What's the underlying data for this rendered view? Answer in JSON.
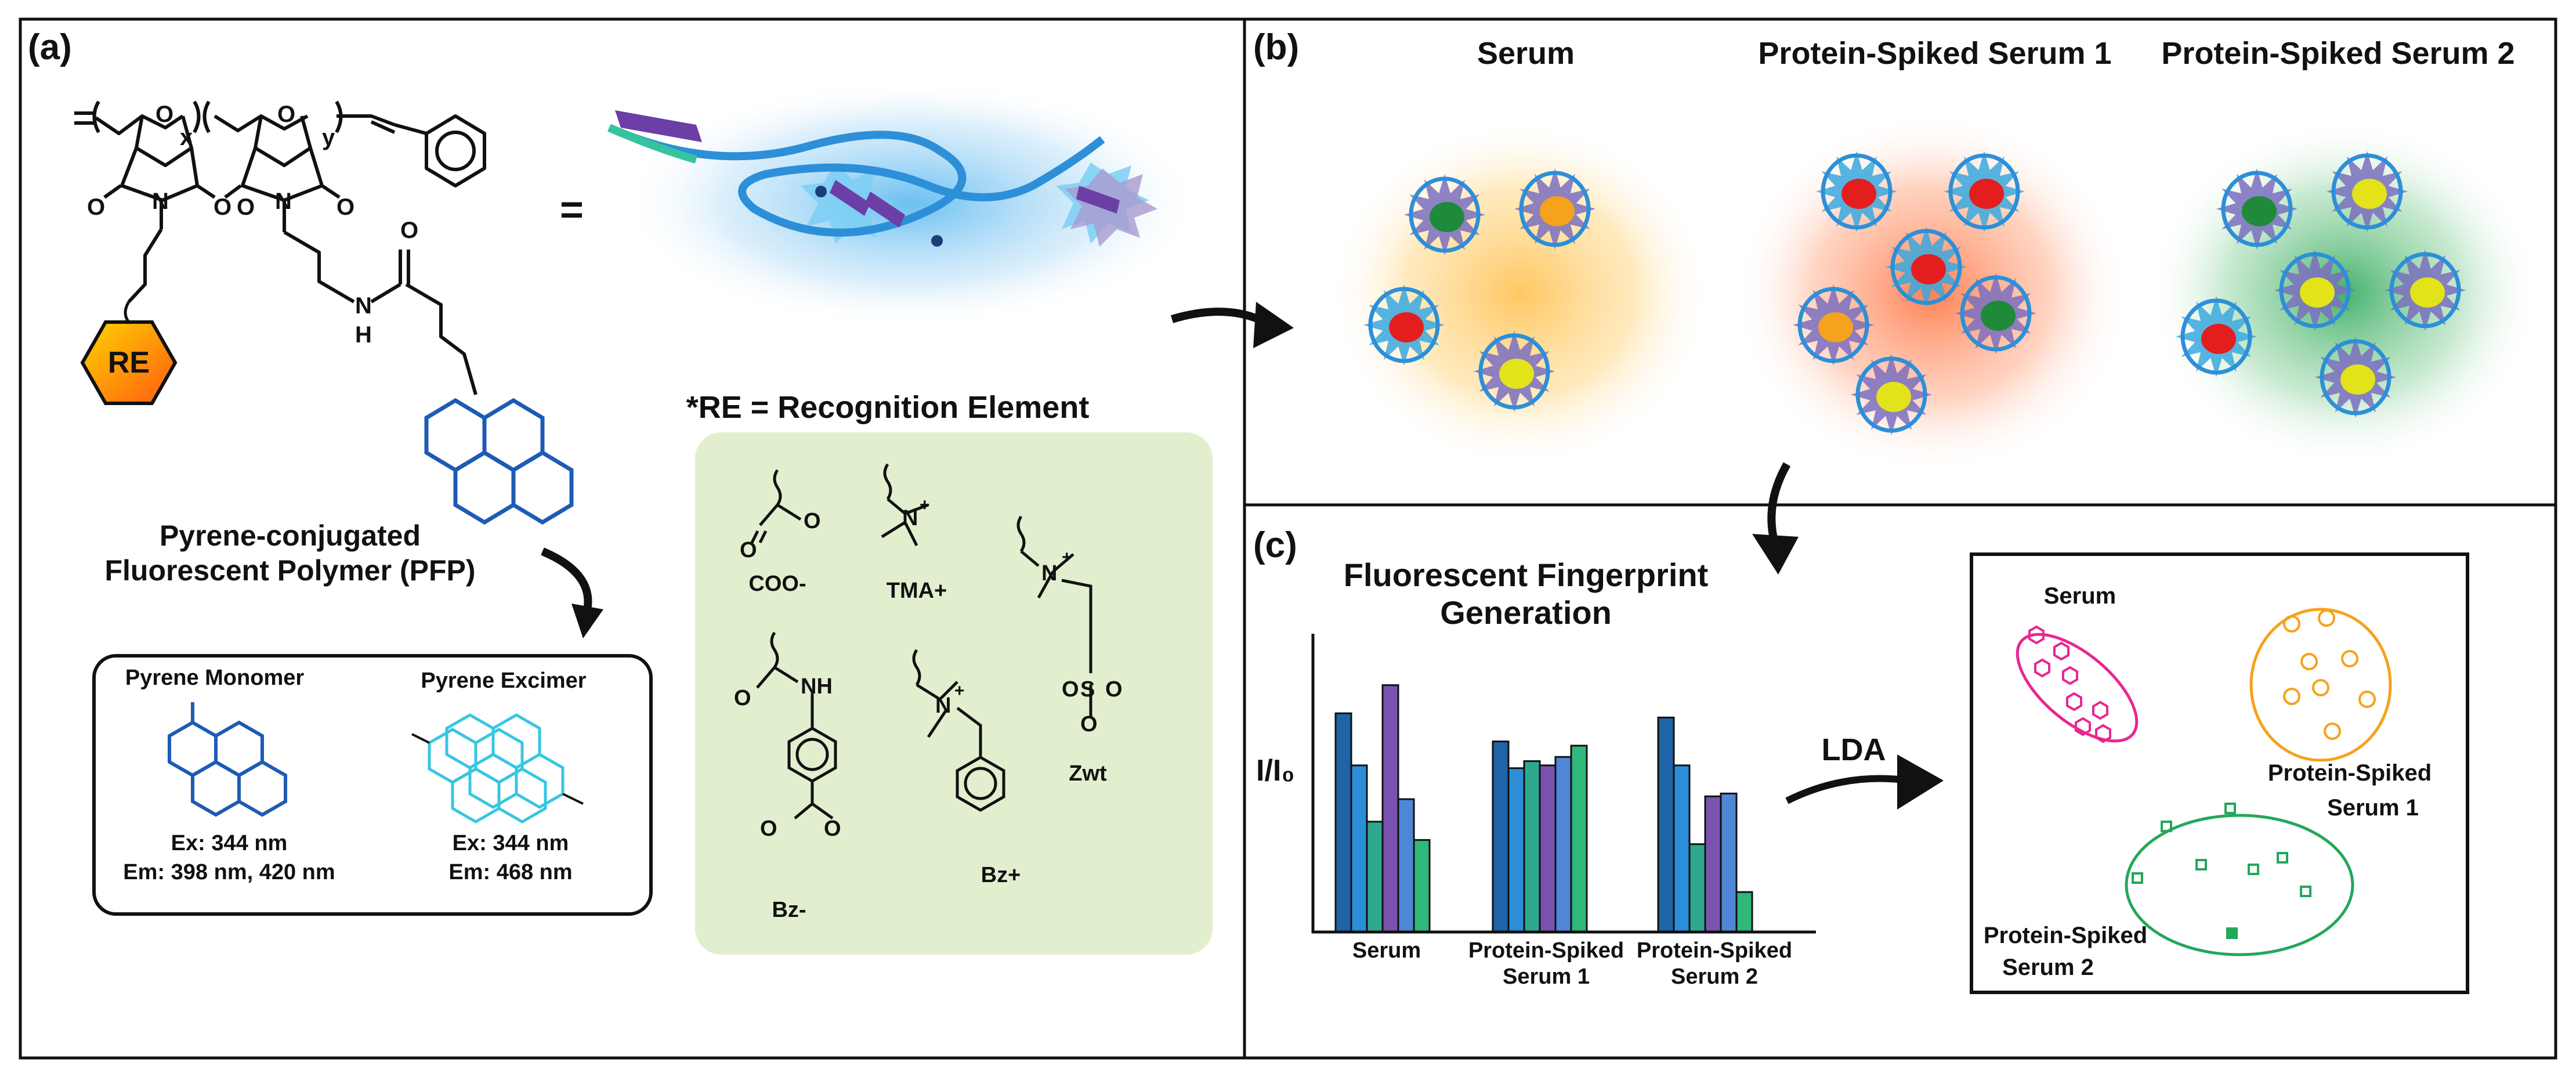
{
  "panels": {
    "a": {
      "label": "(a)",
      "polymer_x": "x",
      "polymer_y": "y",
      "amide_h": "H",
      "amide_n": "N",
      "re_hex": "RE",
      "equals": "=",
      "pfp_line1": "Pyrene-conjugated",
      "pfp_line2": "Fluorescent Polymer (PFP)",
      "re_title": "*RE = Recognition Element",
      "re_elements": [
        "COO-",
        "TMA+",
        "Zwt",
        "Bz-",
        "Bz+"
      ],
      "box": {
        "monomer_title": "Pyrene Monomer",
        "monomer_ex": "Ex: 344 nm",
        "monomer_em": "Em: 398 nm, 420 nm",
        "excimer_title": "Pyrene Excimer",
        "excimer_ex": "Ex: 344 nm",
        "excimer_em": "Em: 468 nm"
      }
    },
    "b": {
      "label": "(b)",
      "titles": [
        "Serum",
        "Protein-Spiked Serum 1",
        "Protein-Spiked Serum 2"
      ]
    },
    "c": {
      "label": "(c)",
      "title_line1": "Fluorescent Fingerprint",
      "title_line2": "Generation",
      "ylabel": "I/I₀",
      "lda": "LDA",
      "groups": [
        "Serum",
        "Protein-Spiked Serum 1",
        "Protein-Spiked Serum 2"
      ],
      "lda_labels": {
        "serum": "Serum",
        "spiked1_l1": "Protein-Spiked",
        "spiked1_l2": "Serum 1",
        "spiked2_l1": "Protein-Spiked",
        "spiked2_l2": "Serum 2"
      }
    }
  },
  "colors": {
    "spiked1_cloud": "#ff8a5c",
    "serum_cloud": "#ffc45a",
    "spiked2_cloud": "#4dbb6a",
    "serum_lda": "#e8278f",
    "spiked1_lda": "#f5a21c",
    "spiked2_lda": "#23a75a",
    "pyrene": "#1d5bb5",
    "excimer": "#36c6e0",
    "re_box": "#e2efcf"
  },
  "chart_data": {
    "type": "bar",
    "ylabel": "I/I₀",
    "xlabel": "",
    "categories": [
      "Serum",
      "Protein-Spiked Serum 1",
      "Protein-Spiked Serum 2"
    ],
    "bar_colors": [
      "#1f63a8",
      "#2a8fd8",
      "#2fa890",
      "#7a53b0",
      "#4f87d6",
      "#2eb87a"
    ],
    "series": [
      {
        "values": [
          1.55,
          1.18,
          0.78,
          1.75,
          0.94,
          0.65
        ]
      },
      {
        "values": [
          1.35,
          1.16,
          1.21,
          1.18,
          1.24,
          1.32
        ]
      },
      {
        "values": [
          1.52,
          1.18,
          0.62,
          0.96,
          0.98,
          0.28
        ]
      }
    ],
    "ylim": [
      0,
      2.0
    ],
    "grid": false
  }
}
